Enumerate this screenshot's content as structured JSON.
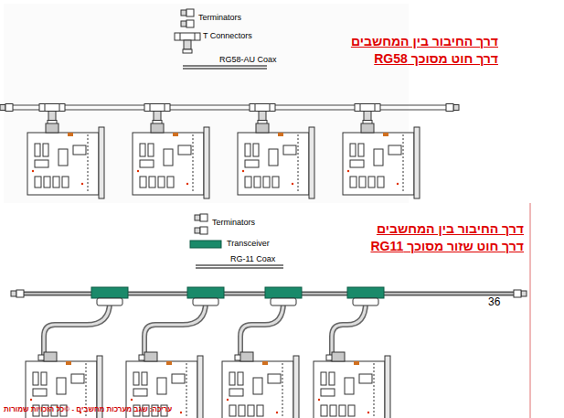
{
  "diagram": {
    "labels": [
      "דרך החיבור בין המחשבים",
      "דרך חוט מסוכך RG58",
      "דרך החיבור בין המחשבים",
      "דרך חוט שזור מסוכך RG11",
      "36",
      "עריכה: שגב מערכות מחשבים - ©כל הזכויות שמורות"
    ],
    "legend": [
      {
        "text": "Terminators"
      },
      {
        "text": "T Connectors"
      },
      {
        "text": "RG58-AU Coax"
      },
      {
        "text": "Terminators"
      },
      {
        "text": "Transceiver"
      },
      {
        "text": "RG-11 Coax"
      }
    ]
  }
}
